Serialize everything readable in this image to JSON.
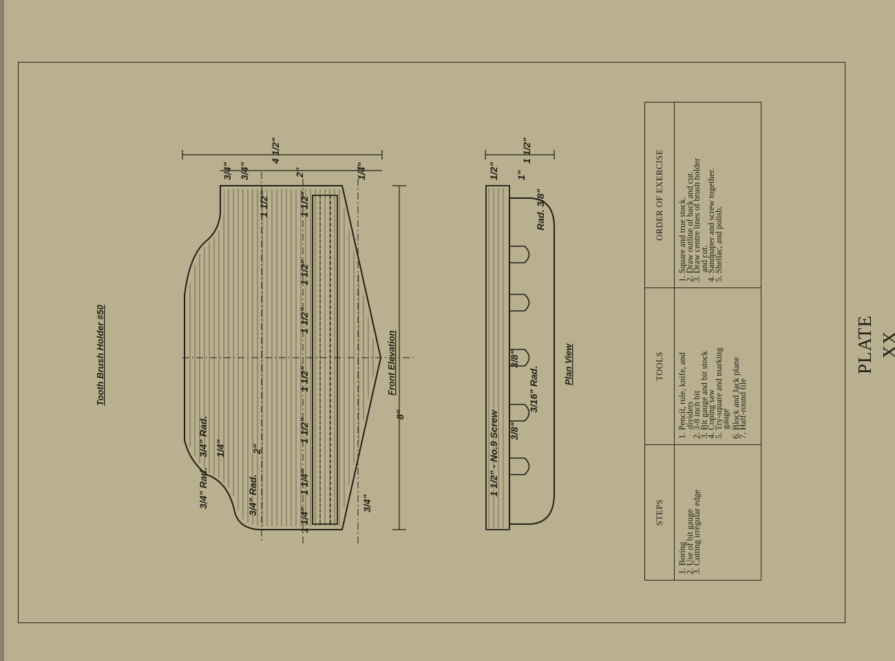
{
  "plate": {
    "label": "PLATE XX"
  },
  "drawing": {
    "title": "Tooth Brush Holder #50",
    "front_elevation_label": "Front Elevation",
    "plan_view_label": "Plan View",
    "dimensions": {
      "overall_length": "8\"",
      "overall_height": "4 1/2\"",
      "width_top": "2\"",
      "height_sub": "2\"",
      "seg_a": "3/4\"",
      "seg_b": "3/4\"",
      "seg_c": "1/4\"",
      "left_arc_rad": "3/4\" Rad.",
      "left_arc_rad2": "3/4\" Rad.",
      "top_rad": "3/4\" Rad.",
      "small_rad": "1/4\"",
      "spacing": "1 1/2\"",
      "edge_seg": "1 1/4\"",
      "bottom_seg": "3/4\"",
      "plan_depth": "1 1/2\"",
      "plan_t1": "1/2\"",
      "plan_t2": "1\"",
      "hole_dia": "3/8\"",
      "hole_rad": "3/16\" Rad.",
      "end_rad": "Rad. 3/8\"",
      "screw_note": "1 1/2\" - No.9 Screw"
    }
  },
  "table": {
    "headers": {
      "steps": "STEPS",
      "tools": "TOOLS",
      "order": "ORDER OF EXERCISE"
    },
    "steps": [
      "1. Boring",
      "2. Use of bit gauge",
      "3. Cutting irregular edge"
    ],
    "tools": [
      "1. Pencil, rule, knife, and",
      "dividers",
      "2. 3-8 inch bit",
      "3. Bit gauge and bit stock",
      "4. Coping saw",
      "5. Try-square and marking",
      "gauge",
      "6. Block and Jack plane",
      "7. Half-round file"
    ],
    "order": [
      "1. Square and true stock.",
      "2. Draw outline of back and cut.",
      "3. Draw centre lines of brush holder",
      "and cut.",
      "4. Sandpaper and screw together.",
      "5. Shellac, and polish."
    ]
  }
}
